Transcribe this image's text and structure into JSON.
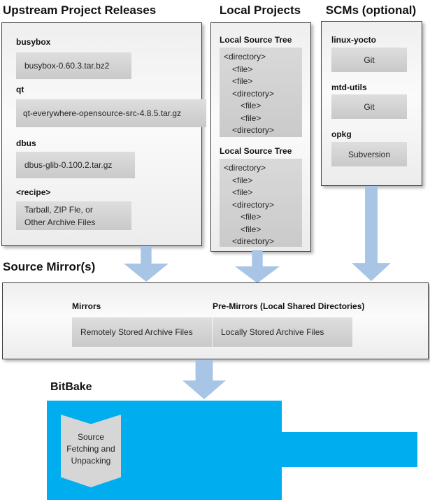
{
  "headings": {
    "upstream": "Upstream Project Releases",
    "local": "Local Projects",
    "scms": "SCMs (optional)",
    "mirror": "Source Mirror(s)",
    "bitbake": "BitBake"
  },
  "upstream": {
    "items": [
      {
        "label": "busybox",
        "file": "busybox-0.60.3.tar.bz2"
      },
      {
        "label": "qt",
        "file": "qt-everywhere-opensource-src-4.8.5.tar.gz"
      },
      {
        "label": "dbus",
        "file": "dbus-glib-0.100.2.tar.gz"
      },
      {
        "label": "<recipe>",
        "file_lines": [
          "Tarball, ZIP Fle, or",
          "Other Archive Files"
        ]
      }
    ]
  },
  "local_projects": {
    "trees": [
      {
        "label": "Local Source Tree",
        "lines": [
          "<directory>",
          "<file>",
          "<file>",
          "<directory>",
          "<file>",
          "<file>",
          "<directory>"
        ],
        "indents": [
          0,
          1,
          1,
          1,
          2,
          2,
          1
        ]
      },
      {
        "label": "Local Source Tree",
        "lines": [
          "<directory>",
          "<file>",
          "<file>",
          "<directory>",
          "<file>",
          "<file>",
          "<directory>"
        ],
        "indents": [
          0,
          1,
          1,
          1,
          2,
          2,
          1
        ]
      }
    ]
  },
  "scms": {
    "items": [
      {
        "label": "linux-yocto",
        "tool": "Git"
      },
      {
        "label": "mtd-utils",
        "tool": "Git"
      },
      {
        "label": "opkg",
        "tool": "Subversion"
      }
    ]
  },
  "mirrors": {
    "mirrors_label": "Mirrors",
    "mirrors_value": "Remotely Stored Archive Files",
    "premirrors_label": "Pre-Mirrors (Local Shared Directories)",
    "premirrors_value": "Locally Stored Archive Files"
  },
  "bitbake": {
    "banner_lines": [
      "Source",
      "Fetching and",
      "Unpacking"
    ]
  },
  "colors": {
    "bitbake_blue": "#00aeef",
    "arrow_blue": "#a9c5e5",
    "box_gray": "#d2d2d2",
    "border_dark": "#3e3e3e"
  }
}
